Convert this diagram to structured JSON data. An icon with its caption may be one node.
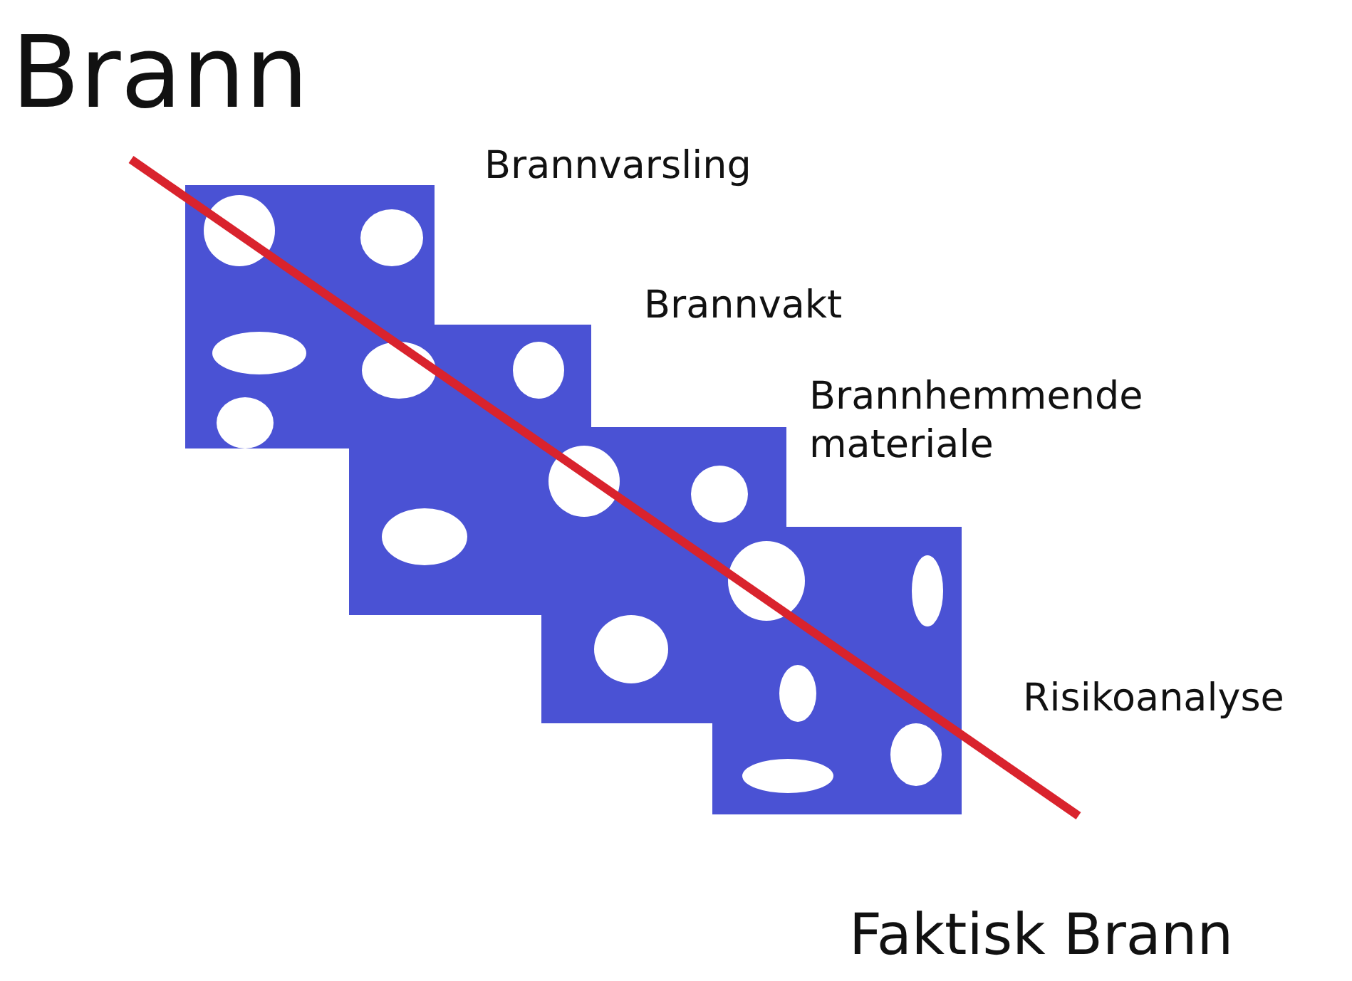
{
  "diagram": {
    "nodes": [
      {
        "text": [],
        "shape": "box",
        "beside": [
          "Brannvarsling"
        ]
      },
      {
        "text": [],
        "shape": "box",
        "beside": [
          "Brannvakt"
        ]
      },
      {
        "text": [],
        "shape": "box",
        "beside": [
          "Brannhemmende materiale"
        ]
      },
      {
        "text": [],
        "shape": "box",
        "beside": [
          "Risikoanalyse"
        ]
      }
    ],
    "labels": [
      "Brann",
      "Faktisk Brann"
    ]
  }
}
